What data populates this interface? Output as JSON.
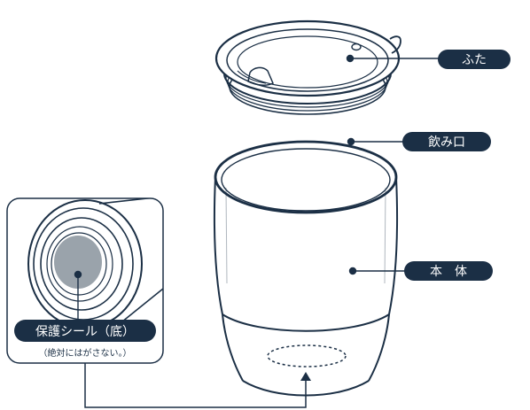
{
  "colors": {
    "line": "#1b2f45",
    "label_bg": "#1b2f45",
    "label_text": "#ffffff",
    "seal": "#9aa3ab",
    "background": "#ffffff"
  },
  "labels": {
    "lid": "ふた",
    "mouth": "飲み口",
    "body": "本　体",
    "seal": "保護シール（底）",
    "seal_note": "（絶対にはがさない。）"
  }
}
